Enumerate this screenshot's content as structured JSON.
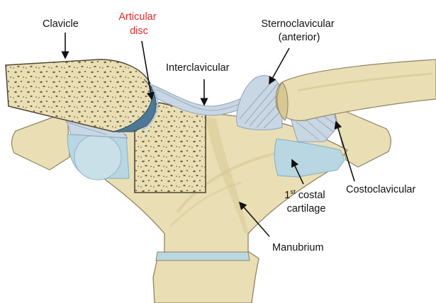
{
  "labels": {
    "clavicle": "Clavicle",
    "articular_disc_line1": "Articular",
    "articular_disc_line2": "disc",
    "interclavicular": "Interclavicular",
    "sternoclavicular_line1": "Sternoclavicular",
    "sternoclavicular_line2": "(anterior)",
    "costoclavicular": "Costoclavicular",
    "costal_prefix": "1",
    "costal_superscript": "st",
    "costal_line1_rest": " costal",
    "costal_line2": "cartilage",
    "manubrium": "Manubrium"
  },
  "colors": {
    "bone": "#eadfb4",
    "bone_shade": "#d6c795",
    "bone_outline": "#8f8362",
    "cartilage": "#b9d7e2",
    "cartilage_dark": "#8fb6c6",
    "ligament": "#c9d6e3",
    "ligament_line": "#8ea2b8",
    "disc": "#4f7896",
    "highlight_label": "#e02a2a",
    "arrow": "#111111"
  }
}
